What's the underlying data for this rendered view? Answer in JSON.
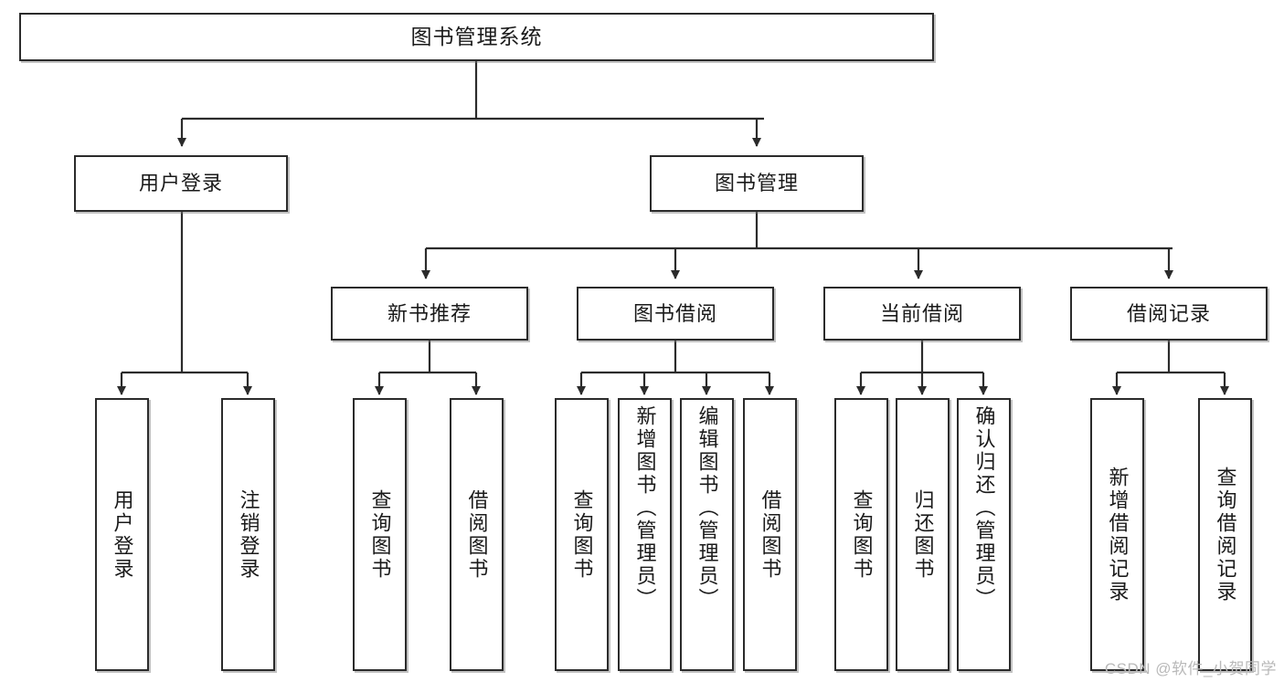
{
  "diagram": {
    "title": "图书管理系统",
    "type": "功能结构图",
    "root": {
      "id": "root",
      "label": "图书管理系统"
    },
    "level2": [
      {
        "id": "user-login",
        "label": "用户登录"
      },
      {
        "id": "book-manage",
        "label": "图书管理"
      }
    ],
    "level3": [
      {
        "id": "new-book-recommend",
        "label": "新书推荐",
        "parent": "book-manage"
      },
      {
        "id": "book-borrow",
        "label": "图书借阅",
        "parent": "book-manage"
      },
      {
        "id": "current-borrow",
        "label": "当前借阅",
        "parent": "book-manage"
      },
      {
        "id": "borrow-record",
        "label": "借阅记录",
        "parent": "book-manage"
      }
    ],
    "leaves": [
      {
        "id": "leaf-user-login",
        "label": "用户登录",
        "parent": "user-login"
      },
      {
        "id": "leaf-user-logout",
        "label": "注销登录",
        "parent": "user-login"
      },
      {
        "id": "leaf-query-book-1",
        "label": "查询图书",
        "parent": "new-book-recommend"
      },
      {
        "id": "leaf-borrow-book-1",
        "label": "借阅图书",
        "parent": "new-book-recommend"
      },
      {
        "id": "leaf-query-book-2",
        "label": "查询图书",
        "parent": "book-borrow"
      },
      {
        "id": "leaf-add-book",
        "label": "新增图书（管理员）",
        "parent": "book-borrow"
      },
      {
        "id": "leaf-edit-book",
        "label": "编辑图书（管理员）",
        "parent": "book-borrow"
      },
      {
        "id": "leaf-borrow-book-2",
        "label": "借阅图书",
        "parent": "book-borrow"
      },
      {
        "id": "leaf-query-book-3",
        "label": "查询图书",
        "parent": "current-borrow"
      },
      {
        "id": "leaf-return-book",
        "label": "归还图书",
        "parent": "current-borrow"
      },
      {
        "id": "leaf-confirm-return",
        "label": "确认归还（管理员）",
        "parent": "current-borrow"
      },
      {
        "id": "leaf-add-record",
        "label": "新增借阅记录",
        "parent": "borrow-record"
      },
      {
        "id": "leaf-query-record",
        "label": "查询借阅记录",
        "parent": "borrow-record"
      }
    ]
  },
  "watermark": {
    "text": "CSDN @软件_小贺同学"
  },
  "colors": {
    "border": "#2b2b2b",
    "text": "#1a1a1a",
    "background": "#ffffff",
    "watermark": "#b9b9b9"
  }
}
